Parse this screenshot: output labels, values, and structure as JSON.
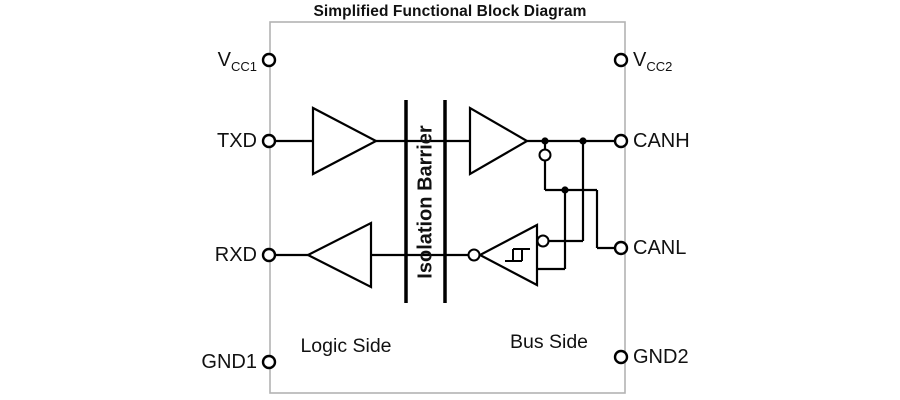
{
  "title": "Simplified Functional Block Diagram",
  "pins": {
    "vcc1": {
      "main": "V",
      "sub": "CC1"
    },
    "txd": {
      "label": "TXD"
    },
    "rxd": {
      "label": "RXD"
    },
    "gnd1": {
      "label": "GND1"
    },
    "vcc2": {
      "main": "V",
      "sub": "CC2"
    },
    "canh": {
      "label": "CANH"
    },
    "canl": {
      "label": "CANL"
    },
    "gnd2": {
      "label": "GND2"
    }
  },
  "labels": {
    "isolation_barrier": "Isolation Barrier",
    "logic_side": "Logic Side",
    "bus_side": "Bus Side"
  },
  "colors": {
    "line": "#000000",
    "box_border": "#b3b3b3",
    "background": "#ffffff"
  }
}
